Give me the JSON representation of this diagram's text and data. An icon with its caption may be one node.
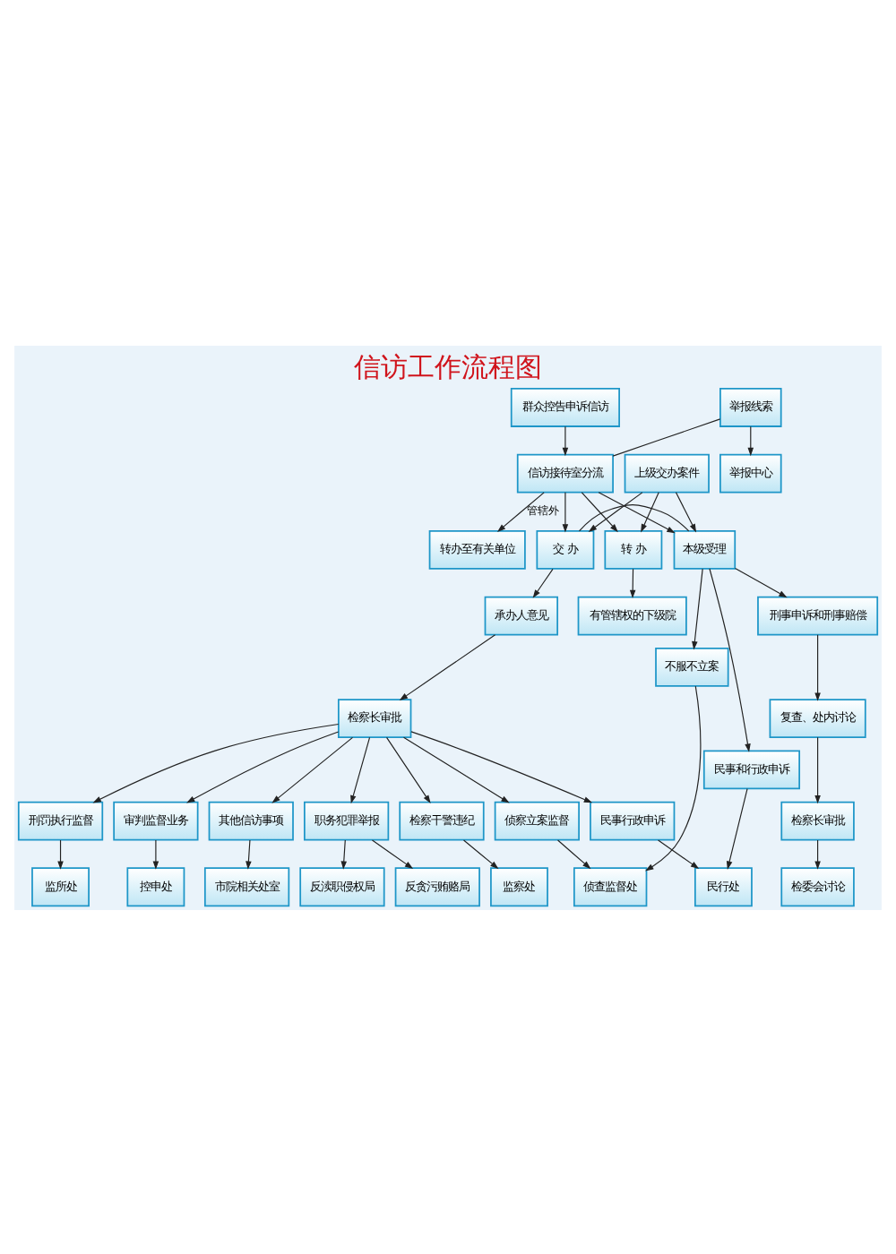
{
  "diagram": {
    "title": "信访工作流程图",
    "nodes": [
      {
        "text": [
          "群众控告申诉信访"
        ]
      },
      {
        "text": [
          "上级交办案件"
        ]
      },
      {
        "text": [
          "举报中心"
        ]
      },
      {
        "text": [
          "举报线索"
        ]
      },
      {
        "text": [
          "信访接待室分流"
        ]
      },
      {
        "text": [
          "转办至有关单位"
        ]
      },
      {
        "text": [
          "转 办"
        ]
      },
      {
        "text": [
          "交 办"
        ]
      },
      {
        "text": [
          "本级受理"
        ]
      },
      {
        "text": [
          "有管辖权的下级院"
        ]
      },
      {
        "text": [
          "承办人意见"
        ]
      },
      {
        "text": [
          "不服不立案"
        ]
      },
      {
        "text": [
          "民事和行政申诉"
        ]
      },
      {
        "text": [
          "刑事申诉和刑事赔偿"
        ]
      },
      {
        "text": [
          "检察长审批"
        ]
      },
      {
        "text": [
          "复查、处内讨论"
        ]
      },
      {
        "text": [
          "其他信访事项"
        ]
      },
      {
        "text": [
          "职务犯罪举报"
        ]
      },
      {
        "text": [
          "检察干警违纪"
        ]
      },
      {
        "text": [
          "刑罚执行监督"
        ]
      },
      {
        "text": [
          "审判监督业务"
        ]
      },
      {
        "text": [
          "侦察立案监督"
        ]
      },
      {
        "text": [
          "民事行政申诉"
        ]
      },
      {
        "text": [
          "检察长审批"
        ]
      },
      {
        "text": [
          "市院相关处室"
        ]
      },
      {
        "text": [
          "反贪污贿赂局"
        ]
      },
      {
        "text": [
          "反渎职侵权局"
        ]
      },
      {
        "text": [
          "监察处"
        ]
      },
      {
        "text": [
          "监所处"
        ]
      },
      {
        "text": [
          "控申处"
        ]
      },
      {
        "text": [
          "侦查监督处"
        ]
      },
      {
        "text": [
          "民行处"
        ]
      },
      {
        "text": [
          "检委会讨论"
        ]
      }
    ],
    "edges": [
      {
        "from": 0,
        "to": 4,
        "arrow": "to"
      },
      {
        "from": 4,
        "to": 3,
        "arrow": "none"
      },
      {
        "from": 3,
        "to": 2,
        "arrow": "to"
      },
      {
        "from": 4,
        "to": 5,
        "arrow": "to",
        "label": "管辖外"
      },
      {
        "from": 4,
        "to": 6,
        "arrow": "to"
      },
      {
        "from": 4,
        "to": 7,
        "arrow": "to"
      },
      {
        "from": 4,
        "to": 8,
        "arrow": "to"
      },
      {
        "from": 1,
        "to": 6,
        "arrow": "to"
      },
      {
        "from": 1,
        "to": 7,
        "arrow": "to"
      },
      {
        "from": 1,
        "to": 8,
        "arrow": "to"
      },
      {
        "from": 7,
        "to": 8,
        "arrow": "none"
      },
      {
        "from": 6,
        "to": 9,
        "arrow": "to"
      },
      {
        "from": 7,
        "to": 10,
        "arrow": "to"
      },
      {
        "from": 10,
        "to": 14,
        "arrow": "to"
      },
      {
        "from": 8,
        "to": 11,
        "arrow": "to"
      },
      {
        "from": 8,
        "to": 12,
        "arrow": "to"
      },
      {
        "from": 8,
        "to": 13,
        "arrow": "to"
      },
      {
        "from": 13,
        "to": 15,
        "arrow": "to"
      },
      {
        "from": 15,
        "to": 23,
        "arrow": "to"
      },
      {
        "from": 23,
        "to": 32,
        "arrow": "to"
      },
      {
        "from": 14,
        "to": 16,
        "arrow": "to"
      },
      {
        "from": 14,
        "to": 17,
        "arrow": "to"
      },
      {
        "from": 14,
        "to": 18,
        "arrow": "to"
      },
      {
        "from": 14,
        "to": 19,
        "arrow": "to"
      },
      {
        "from": 14,
        "to": 20,
        "arrow": "to"
      },
      {
        "from": 14,
        "to": 21,
        "arrow": "to"
      },
      {
        "from": 14,
        "to": 22,
        "arrow": "to"
      },
      {
        "from": 16,
        "to": 24,
        "arrow": "to"
      },
      {
        "from": 17,
        "to": 25,
        "arrow": "to"
      },
      {
        "from": 17,
        "to": 26,
        "arrow": "to"
      },
      {
        "from": 18,
        "to": 27,
        "arrow": "to"
      },
      {
        "from": 19,
        "to": 28,
        "arrow": "to"
      },
      {
        "from": 20,
        "to": 29,
        "arrow": "to"
      },
      {
        "from": 21,
        "to": 30,
        "arrow": "to"
      },
      {
        "from": 22,
        "to": 31,
        "arrow": "to"
      },
      {
        "from": 11,
        "to": 30,
        "arrow": "to"
      },
      {
        "from": 12,
        "to": 31,
        "arrow": "to"
      }
    ]
  }
}
